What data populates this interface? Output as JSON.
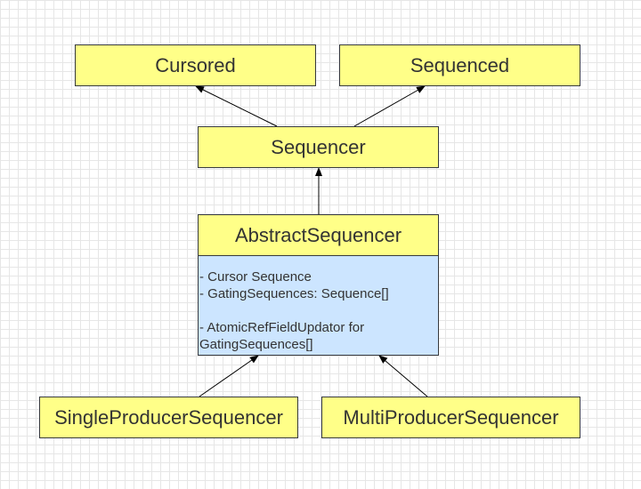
{
  "nodes": {
    "cursored": {
      "label": "Cursored"
    },
    "sequenced": {
      "label": "Sequenced"
    },
    "sequencer": {
      "label": "Sequencer"
    },
    "abstract_sequencer": {
      "label": "AbstractSequencer",
      "attributes": [
        "- Cursor Sequence",
        "- GatingSequences: Sequence[]",
        "",
        "- AtomicRefFieldUpdator for",
        "GatingSequences[]"
      ]
    },
    "single_producer": {
      "label": "SingleProducerSequencer"
    },
    "multi_producer": {
      "label": "MultiProducerSequencer"
    }
  },
  "edges": [
    {
      "from": "sequencer",
      "to": "cursored"
    },
    {
      "from": "sequencer",
      "to": "sequenced"
    },
    {
      "from": "abstract_sequencer",
      "to": "sequencer"
    },
    {
      "from": "single_producer",
      "to": "abstract_sequencer"
    },
    {
      "from": "multi_producer",
      "to": "abstract_sequencer"
    }
  ],
  "colors": {
    "interface_fill": "#ffff88",
    "attributes_fill": "#cce5ff",
    "stroke": "#36393d",
    "text": "#333333",
    "grid": "#e6e6e6"
  }
}
